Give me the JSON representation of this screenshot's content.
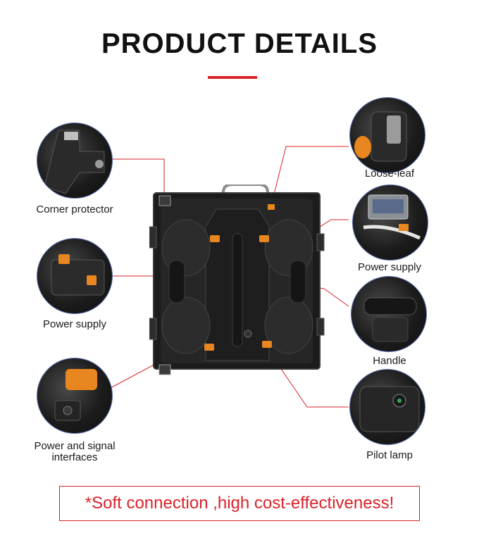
{
  "title": "PRODUCT DETAILS",
  "accent_color": "#d8232a",
  "circle_border_color": "#5b6fb0",
  "callouts": {
    "corner_protector": "Corner protector",
    "power_supply_left": "Power supply",
    "power_signal_line1": "Power and signal",
    "power_signal_line2": "interfaces",
    "loose_leaf": "Loose-leaf",
    "power_supply_right": "Power supply",
    "handle": "Handle",
    "pilot_lamp": "Pilot lamp"
  },
  "footer": "*Soft connection ,high cost-effectiveness!"
}
